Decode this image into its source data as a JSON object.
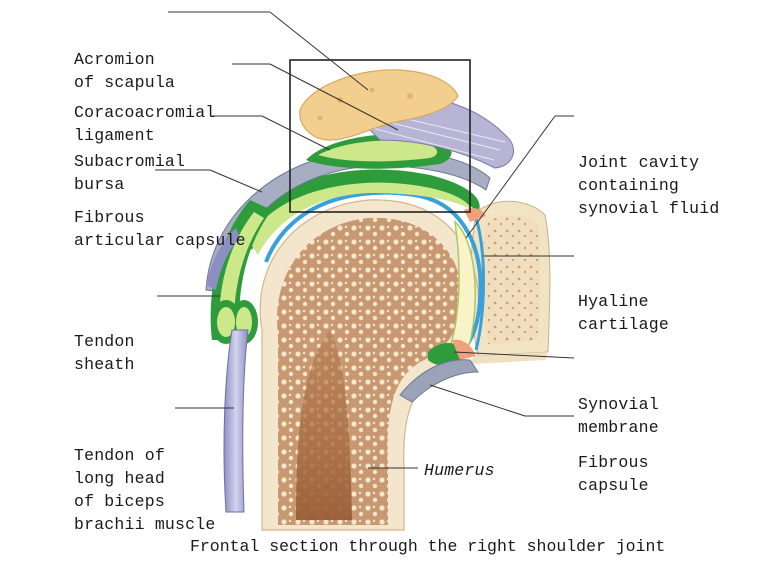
{
  "labels": {
    "acromion": [
      "Acromion",
      "of scapula"
    ],
    "coracoacromial": [
      "Coracoacromial",
      "ligament"
    ],
    "subacromial": [
      "Subacromial",
      "bursa"
    ],
    "fibrous_articular": [
      "Fibrous",
      "articular capsule"
    ],
    "tendon_sheath": [
      "Tendon",
      "sheath"
    ],
    "tendon_biceps": [
      "Tendon of",
      "long head",
      "of biceps",
      "brachii muscle"
    ],
    "joint_cavity": [
      "Joint cavity",
      "containing",
      "synovial fluid"
    ],
    "hyaline": [
      "Hyaline",
      "cartilage"
    ],
    "synovial_membrane": [
      "Synovial",
      "membrane"
    ],
    "fibrous_capsule": [
      "Fibrous",
      "capsule"
    ],
    "humerus": "Humerus"
  },
  "caption": "Frontal section through the right shoulder joint",
  "colors": {
    "bone": "#f3e6cc",
    "marrow": "#b27b55",
    "acromion": "#f2cf8e",
    "ligament": "#b8b4d6",
    "bursa_green": "#2e9c3a",
    "bursa_light": "#cde88a",
    "cartilage_blue": "#3aa0d8",
    "capsule_gray": "#9aa3b8",
    "synovial_pink": "#f0a07a"
  }
}
